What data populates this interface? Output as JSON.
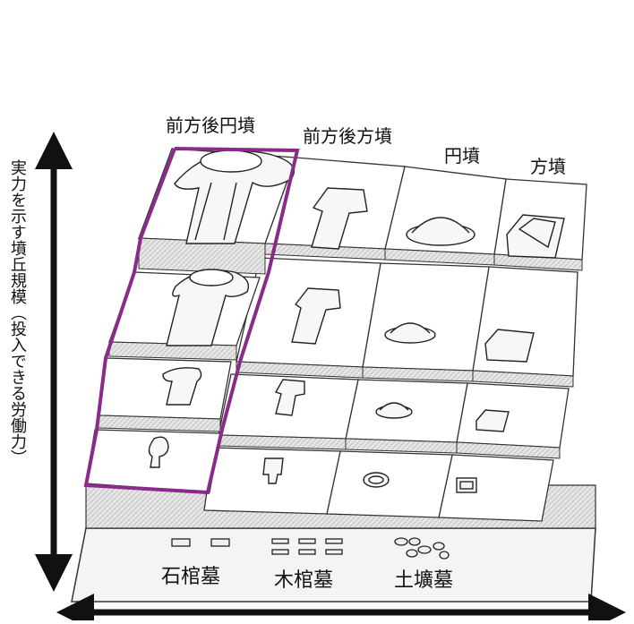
{
  "columns": {
    "keyhole_round": "前方後円墳",
    "keyhole_square": "前方後方墳",
    "round": "円墳",
    "square": "方墳"
  },
  "vertical_axis": {
    "main": "実力を示す墳丘規模",
    "sub": "（投入できる労働力）"
  },
  "burials": {
    "stone": "石棺墓",
    "wood": "木棺墓",
    "pit": "土壙墓"
  },
  "colors": {
    "highlight": "#8a2b8a",
    "surface": "#ffffff",
    "side": "#e4e4e4",
    "hatch": "#c9c9c9",
    "ink": "#222222"
  }
}
